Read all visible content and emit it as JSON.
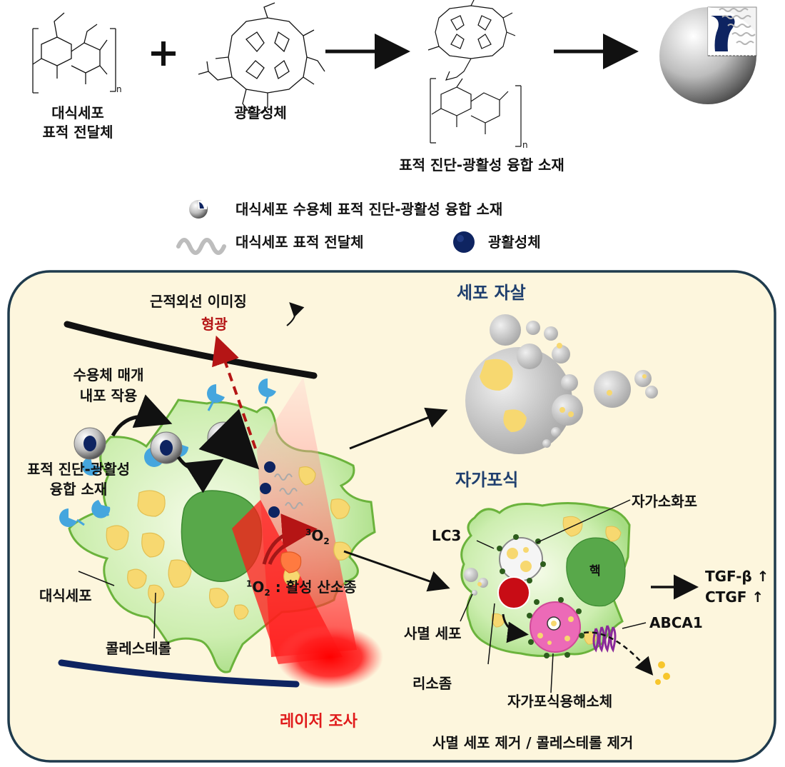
{
  "top": {
    "targeting_agent_label_line1": "대식세포",
    "targeting_agent_label_line2": "표적 전달체",
    "photosensitizer_label": "광활성체",
    "conjugate_label": "표적 진단-광활성 융합 소재",
    "plus_sign": "+",
    "polymer_subscript": "n"
  },
  "legend": {
    "nanoparticle": "대식세포 수용체 표적 진단-광활성 융합 소재",
    "carrier": "대식세포 표적 전달체",
    "photosensitizer": "광활성체"
  },
  "panel": {
    "nir_imaging": "근적외선 이미징",
    "fluorescence": "형광",
    "endocytosis_line1": "수용체 매개",
    "endocytosis_line2": "내포 작용",
    "conjugate_line1": "표적 진단-광활성",
    "conjugate_line2": "융합 소재",
    "macrophage": "대식세포",
    "cholesterol": "콜레스테롤",
    "triplet_oxygen_sup": "3",
    "triplet_oxygen": "O",
    "triplet_oxygen_sub": "2",
    "singlet_oxygen_sup": "1",
    "singlet_oxygen": "O",
    "singlet_oxygen_sub": "2",
    "ros_label": " : 활성 산소종",
    "laser": "레이저 조사",
    "apoptosis": "세포 자살",
    "autophagy": "자가포식",
    "autophagosome": "자가소화포",
    "lc3": "LC3",
    "nucleus": "핵",
    "tgf": "TGF-β ↑",
    "ctgf": "CTGF ↑",
    "abca1": "ABCA1",
    "dead_cell": "사멸 세포",
    "lysosome": "리소좀",
    "autolysosome": "자가포식용해소체",
    "removal": "사멸 세포 제거 / 콜레스테롤 제거"
  },
  "colors": {
    "panel_bg": "#fdf6dd",
    "panel_border": "#1f3b4d",
    "cell_fill": "#cdeeb0",
    "nucleus_fill": "#58a84a",
    "cholesterol_fill": "#f7d870",
    "receptor_blue": "#45a6de",
    "photosensitizer_navy": "#0e2461",
    "laser_red": "#ff1a1a",
    "title_navy": "#1f3f6e",
    "red_text": "#e01b1b",
    "dark_red_text": "#b51515",
    "lysosome_red": "#c80c15",
    "autolysosome_pink": "#ec6ab7",
    "abca1_purple": "#8a2a9a"
  }
}
